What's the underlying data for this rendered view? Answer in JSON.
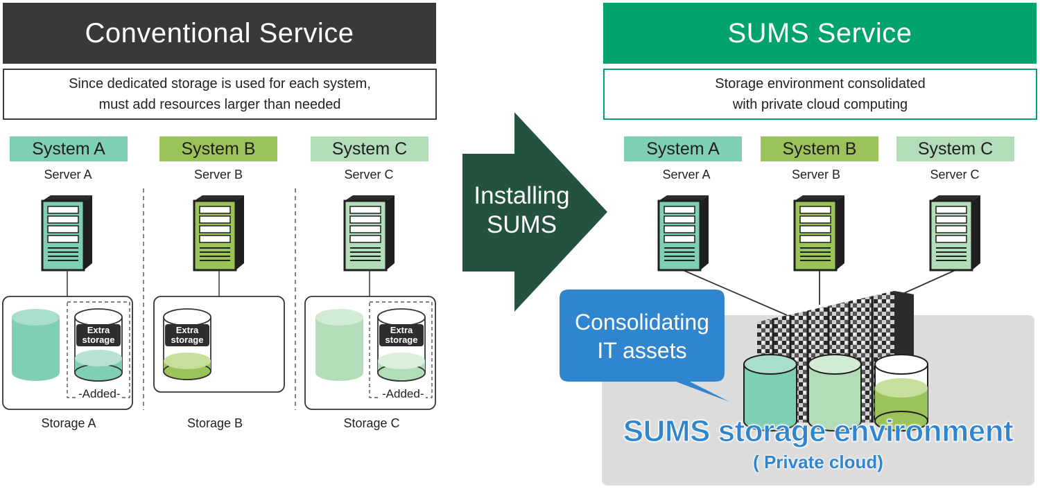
{
  "left": {
    "title": "Conventional Service",
    "description": [
      "Since dedicated storage is used for each system,",
      "must add resources larger than needed"
    ],
    "systems": [
      {
        "system": "System A",
        "server": "Server A",
        "storage": "Storage A",
        "color": "#7fcfb4"
      },
      {
        "system": "System B",
        "server": "Server B",
        "storage": "Storage B",
        "color": "#9cc25a"
      },
      {
        "system": "System C",
        "server": "Server C",
        "storage": "Storage C",
        "color": "#b3dcb9"
      }
    ],
    "extra_storage_label": [
      "Extra",
      "storage"
    ],
    "added_label": "Added"
  },
  "arrow": {
    "text": [
      "Installing",
      "SUMS"
    ]
  },
  "right": {
    "title": "SUMS Service",
    "description": [
      "Storage environment consolidated",
      "with private cloud computing"
    ],
    "systems": [
      {
        "system": "System A",
        "server": "Server A"
      },
      {
        "system": "System B",
        "server": "Server B"
      },
      {
        "system": "System C",
        "server": "Server C"
      }
    ],
    "callout": [
      "Consolidating",
      "IT assets"
    ],
    "environment_title": "SUMS storage environment",
    "environment_subtitle": "( Private cloud)"
  },
  "colors": {
    "dark_header": "#3a3937",
    "green_header": "#00a46b",
    "arrow": "#23533f",
    "callout": "#2f86cf",
    "system_a": "#7fcfb4",
    "system_b": "#9cc25a",
    "system_c": "#b3dcb9"
  }
}
